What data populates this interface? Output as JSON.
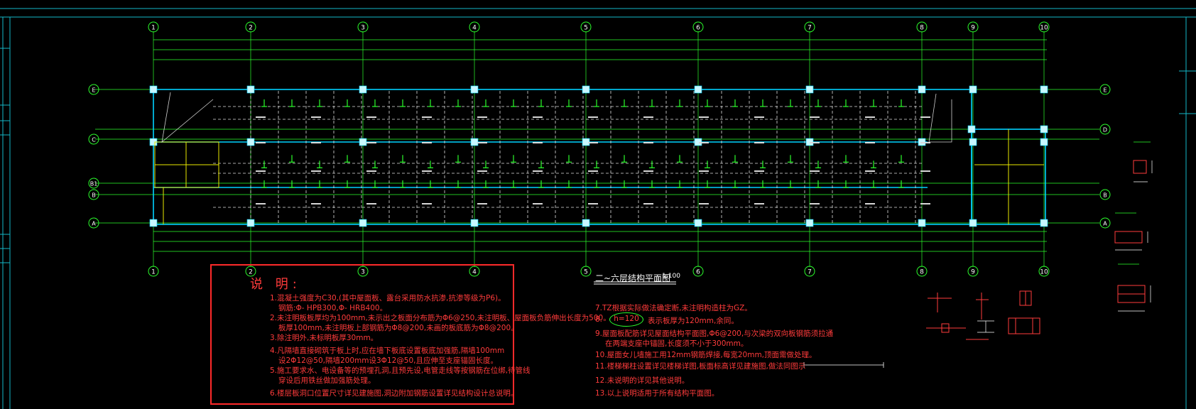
{
  "plan": {
    "title": "二~六层结构平面图",
    "scale": "1:100",
    "axis_numbers": [
      "1",
      "2",
      "3",
      "4",
      "5",
      "6",
      "7",
      "8",
      "9",
      "10"
    ],
    "axis_letters": [
      "E",
      "D",
      "C",
      "B1",
      "B",
      "A"
    ]
  },
  "notes": {
    "heading": "说 明:",
    "items": [
      "1.混凝土强度为C30,(其中屋面板、露台采用防水抗渗,抗渗等级为P6)。",
      "钢筋:Φ- HPB300,Φ- HRB400。",
      "2.未注明板板厚均为100mm,未示出之板面分布筋为Φ6@250,未注明板、屋面板负筋伸出长度为500。",
      "板厚100mm,未注明板上部钢筋为Φ8@200,未画的板底筋为Φ8@200。",
      "3.除注明外,未标明板厚30mm。",
      "4.凡隔墙直接砌筑于板上时,应在墙下板底设置板底加强筋,隔墙100mm",
      "设2Φ12@50,隔墙200mm设3Φ12@50,且应伸至支座锚固长度。",
      "5.施工要求水、电设备等的预埋孔洞,且预先设,电管走线等按钢筋在位绑,待管线",
      "穿设后用铁丝做加强筋处理。",
      "6.楼层板洞口位置尺寸详见建施图,洞边附加钢筋设置详见结构设计总说明。"
    ]
  },
  "right_notes": {
    "items": [
      "7.TZ根据实际做法确定断,未注明构造柱为GZ。",
      "8.",
      "表示板厚为120mm,余同。",
      "9.屋面板配筋详见屋面结构平面图,Φ6@200,与次梁的双向板钢筋须拉通",
      "在两端支座中锚固,长度须不小于300mm。",
      "10.屋面女儿墙施工用12mm钢筋焊接,每宽20mm,顶面需做处理。",
      "11.楼梯梯柱设置详见楼梯详图,板面标高详见建施图,做法同图示",
      "12.未说明的详见其他说明。",
      "13.以上说明适用于所有结构平面图。"
    ],
    "h_marker": "h=120"
  },
  "colors": {
    "background": "#000000",
    "axis_line": "#2cff2c",
    "dim_line": "#2cff2c",
    "wall": "#00d2ff",
    "beam": "#ffffff",
    "note_text": "#ff3b3b",
    "column": "#00e5ff"
  }
}
